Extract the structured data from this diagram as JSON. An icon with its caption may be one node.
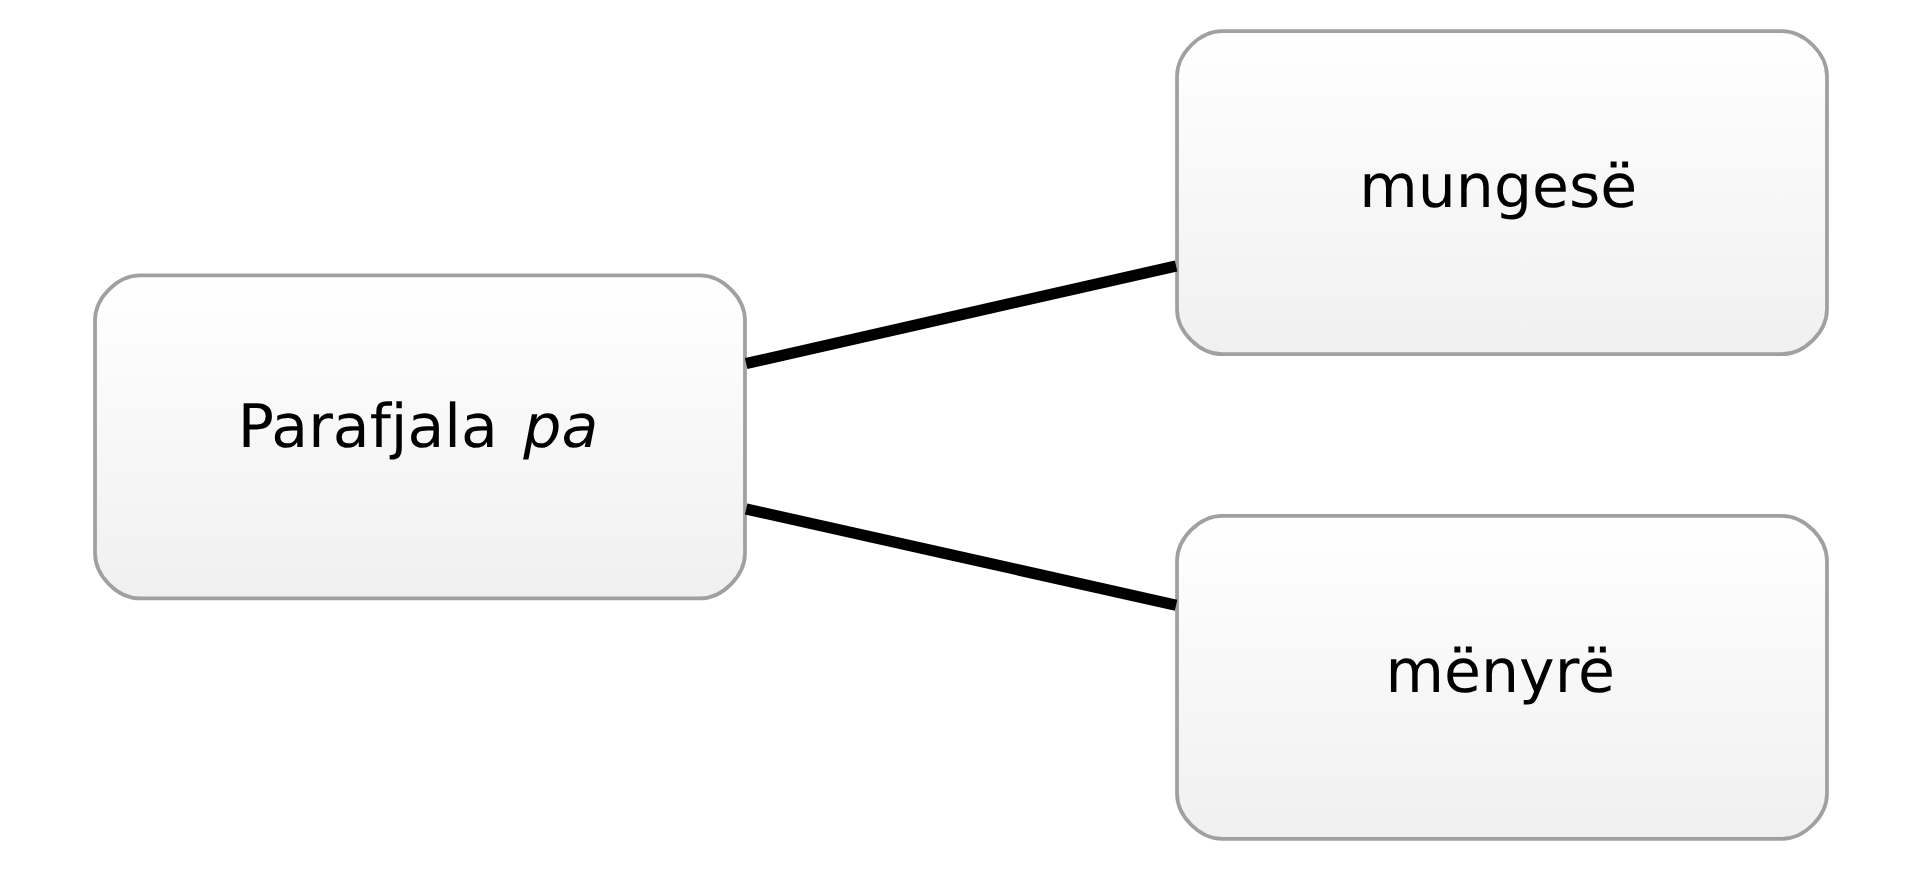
{
  "diagram": {
    "nodes": [
      {
        "text": [
          "Parafjala *pa*"
        ]
      },
      {
        "text": [
          "mungesë"
        ]
      },
      {
        "text": [
          "mënyrë"
        ]
      }
    ],
    "edges": [
      {
        "from": 0,
        "to": 1,
        "arrow": "none"
      },
      {
        "from": 0,
        "to": 2,
        "arrow": "none"
      }
    ]
  }
}
